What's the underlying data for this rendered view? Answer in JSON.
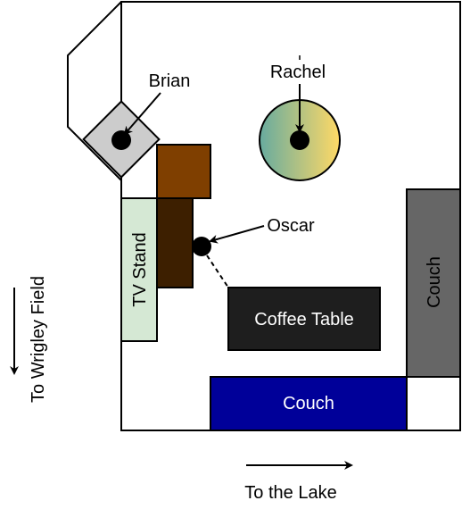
{
  "labels": {
    "brian": "Brian",
    "rachel": "Rachel",
    "oscar": "Oscar",
    "tv_stand": "TV Stand",
    "coffee_table": "Coffee Table",
    "couch_right": "Couch",
    "couch_bottom": "Couch",
    "to_wrigley": "To Wrigley Field",
    "to_lake": "To the Lake"
  },
  "colors": {
    "outline": "#000000",
    "room_fill": "#ffffff",
    "brian_box": "#cccccc",
    "cabinet_top": "#7f3f00",
    "cabinet_lower": "#3d1f00",
    "tv_stand": "#d5e8d4",
    "coffee_table": "#1e1e1e",
    "couch_right": "#666666",
    "couch_bottom": "#000099",
    "rachel_gradient_start": "#67ab9f",
    "rachel_gradient_end": "#ffd966",
    "person_dot": "#000000"
  }
}
